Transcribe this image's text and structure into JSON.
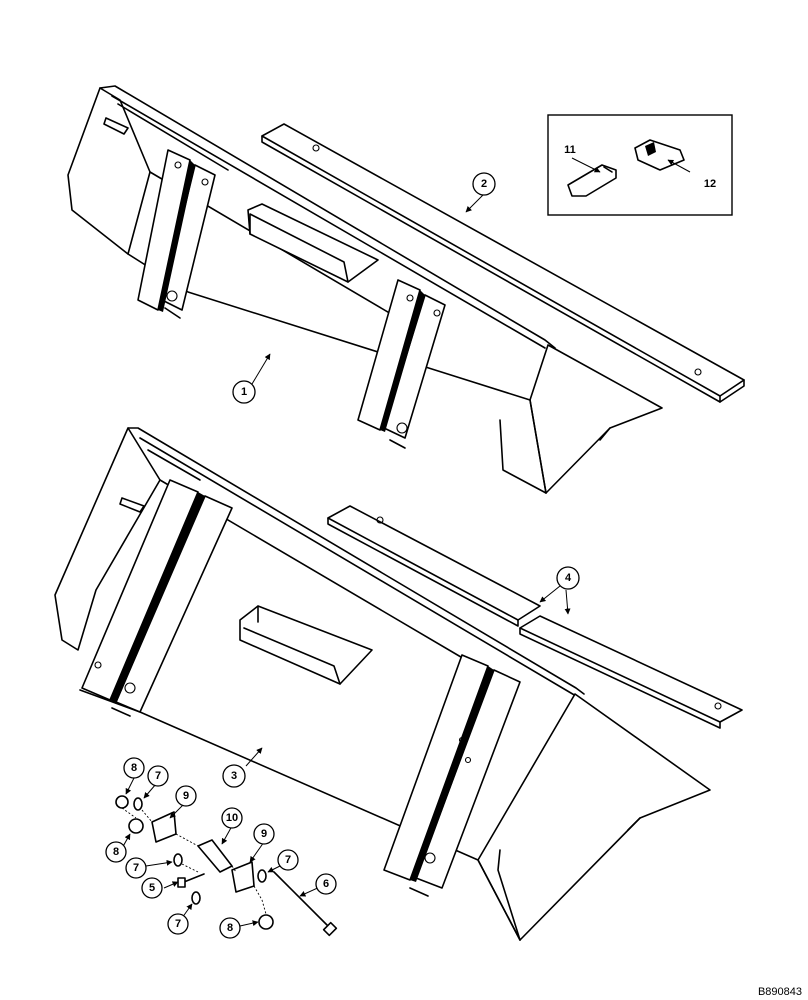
{
  "drawing_id": "B890843",
  "callouts": [
    "1",
    "2",
    "3",
    "4",
    "5",
    "6",
    "7",
    "8",
    "9",
    "10",
    "11",
    "12"
  ]
}
